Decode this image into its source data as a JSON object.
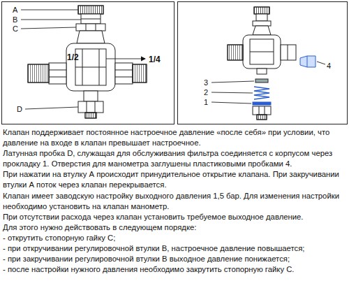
{
  "diagram": {
    "labels": [
      "A",
      "B",
      "C",
      "1/2",
      "1/4",
      "D",
      "3",
      "2",
      "1",
      "4",
      "Клапан поддерживает постоянное настроечное давление «после себя» при условии, что давление на входе в клапан превышает настроечное.",
      "Латунная пробка D, служащая для обслуживания фильтра соединяется с корпусом через прокладку 1. Отверстия для манометра заглушены пластиковыми пробками 4.",
      "При нажатии на втулку А происходит принудительное открытие клапана. При закручивании втулки А поток через клапан перекрывается.",
      "Клапан имеет заводскую настройку выходного давления 1,5 бар. Для изменения настройки необходимо установить на клапан манометр.",
      "При отсутствии расхода через клапан установить требуемое выходное давление.",
      "Для этого нужно действовать в следующем порядке:",
      "- открутить стопорную гайку С;",
      "- при откручивании регулировочной втулки В, настроечное давление повышается;",
      "- при закручивании регулировочной втулки В выходное давление понижается;",
      "- после настройки нужного давления необходимо закрутить стопорную гайку С."
    ]
  }
}
